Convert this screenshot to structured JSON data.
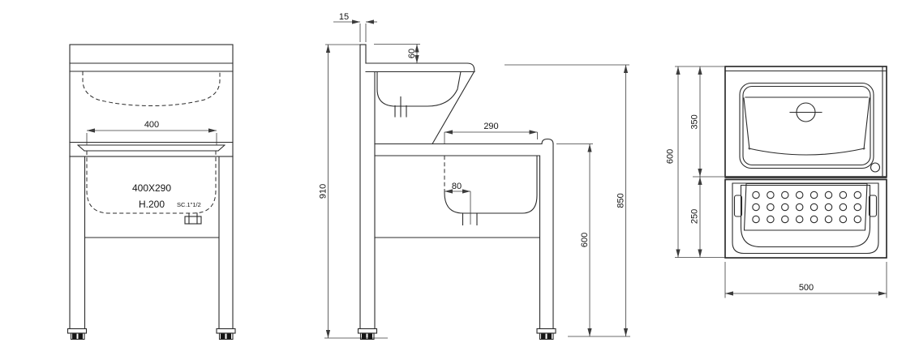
{
  "drawing": {
    "background_color": "#ffffff",
    "line_color": "#2b2b2b",
    "dimension_color": "#3c3c3c",
    "front_view": {
      "dim_basin_width": "400",
      "tub_size_label": "400X290",
      "tub_height_label": "H.200",
      "drain_label": "SC.1\"1/2"
    },
    "side_view": {
      "dim_backsplash_thickness": "15",
      "dim_upper_basin_depth": "60",
      "dim_tub_length": "290",
      "dim_drain_offset": "80",
      "dim_overall_height": "910",
      "dim_leg_height": "600",
      "dim_worktop_height": "850"
    },
    "top_view": {
      "dim_overall_depth": "600",
      "dim_upper_depth": "350",
      "dim_lower_depth": "250",
      "dim_overall_width": "500"
    }
  }
}
